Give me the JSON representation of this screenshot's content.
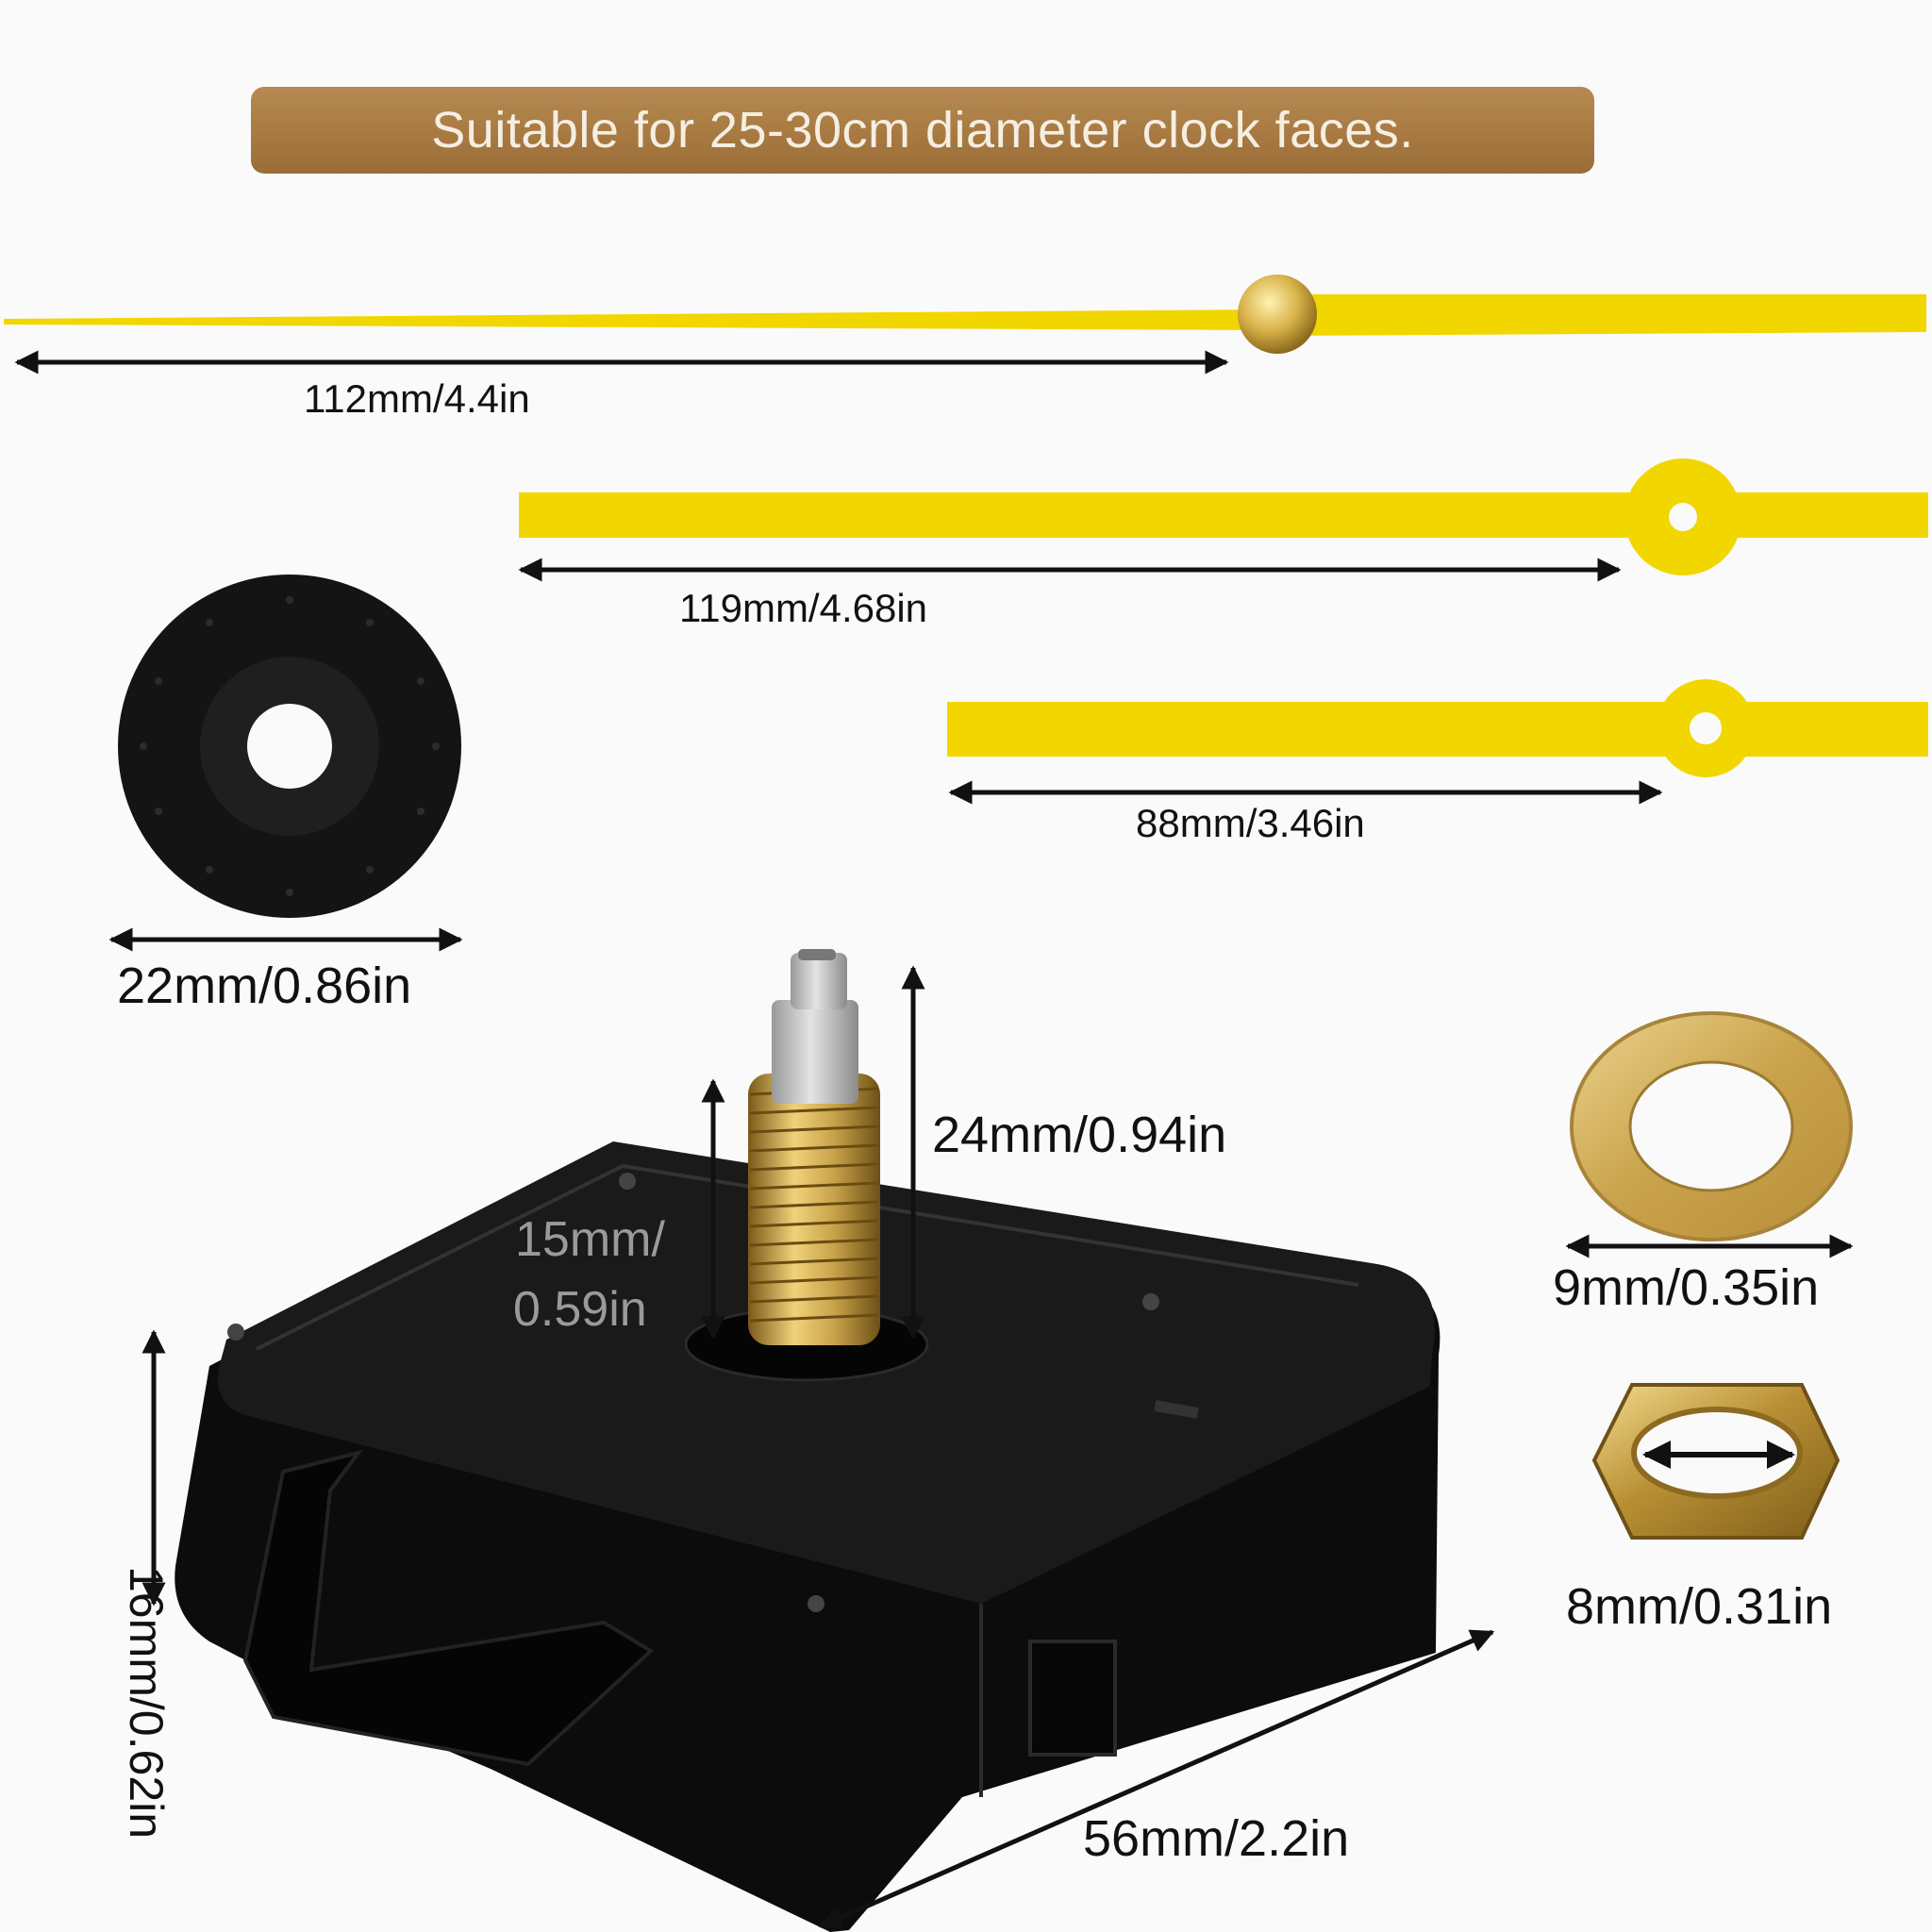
{
  "banner": {
    "text": "Suitable for 25-30cm diameter clock faces."
  },
  "parts": {
    "second_hand": {
      "dimension": "112mm/4.4in"
    },
    "minute_hand": {
      "dimension": "119mm/4.68in"
    },
    "hour_hand": {
      "dimension": "88mm/3.46in"
    },
    "rubber_gasket": {
      "dimension": "22mm/0.86in"
    },
    "movement": {
      "shaft_height": "24mm/0.94in",
      "thread_height_line1": "15mm/",
      "thread_height_line2": "0.59in",
      "body_thickness": "16mm/0.62in",
      "body_width": "56mm/2.2in"
    },
    "washer": {
      "dimension": "9mm/0.35in"
    },
    "hex_nut": {
      "dimension": "8mm/0.31in"
    }
  },
  "colors": {
    "background": "#fafafa",
    "banner": "#a87a42",
    "banner_text": "#f5eee2",
    "hands": "#f2d600",
    "movement_body": "#111111",
    "brass": "#c9a24a",
    "shaft_cap": "#bdbdbd",
    "arrows": "#111111"
  }
}
